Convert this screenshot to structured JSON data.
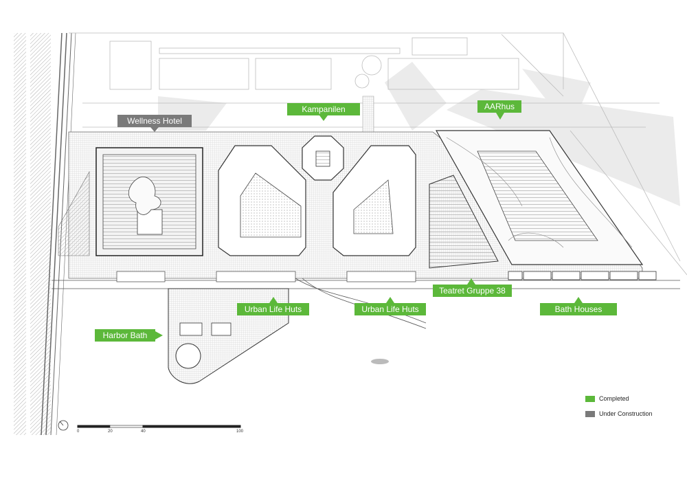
{
  "labels": {
    "wellness_hotel": "Wellness Hotel",
    "kampanilen": "Kampanilen",
    "aarhus": "AARhus",
    "urban_life_huts_1": "Urban Life Huts",
    "urban_life_huts_2": "Urban Life Huts",
    "teatret_gruppe_38": "Teatret Gruppe 38",
    "bath_houses": "Bath Houses",
    "harbor_bath": "Harbor Bath"
  },
  "legend": {
    "completed": "Completed",
    "under_construction": "Under Construction"
  },
  "scale_bar": {
    "ticks": [
      "0",
      "20",
      "40",
      "100"
    ]
  },
  "colors": {
    "completed": "#5cb83a",
    "under_construction": "#7a7a7a",
    "ink": "#333333",
    "shadow": "#e9e9e9"
  },
  "icons": {
    "north_arrow": "compass-icon"
  }
}
